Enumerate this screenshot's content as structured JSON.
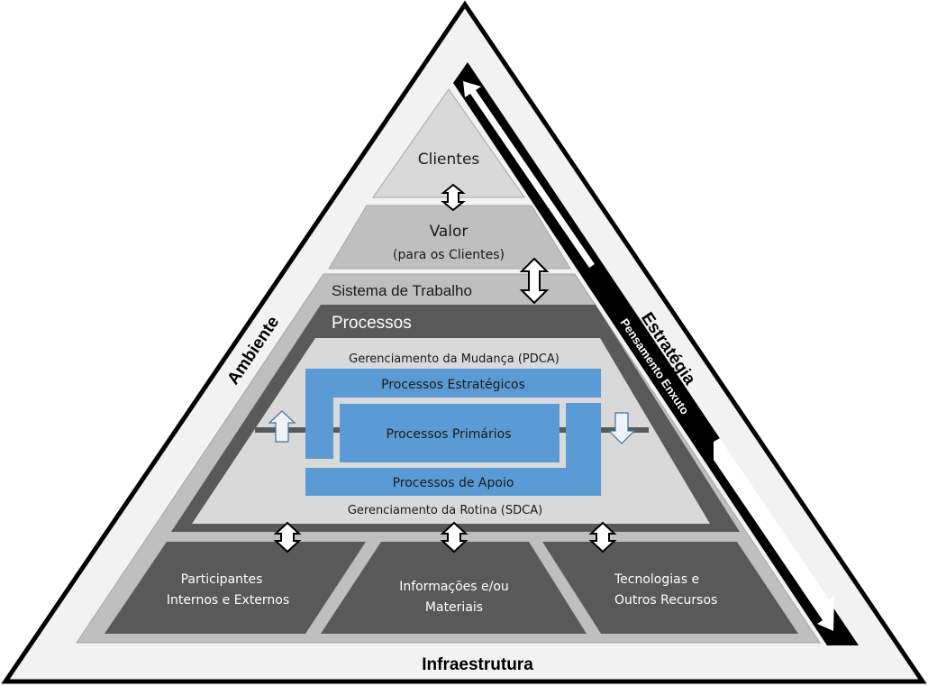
{
  "diagram": {
    "sides": {
      "left": "Ambiente",
      "right": "Estratégia",
      "right_band": "Pensamento Enxuto",
      "bottom": "Infraestrutura"
    },
    "layers": {
      "clientes": "Clientes",
      "valor_title": "Valor",
      "valor_subtitle": "(para os Clientes)",
      "sistema": "Sistema de Trabalho",
      "processos": "Processos",
      "mudanca": "Gerenciamento da Mudança (PDCA)",
      "rotina": "Gerenciamento da Rotina (SDCA)"
    },
    "process_blocks": {
      "estrategicos": "Processos Estratégicos",
      "primarios": "Processos Primários",
      "apoio": "Processos de Apoio"
    },
    "resources": [
      {
        "line1": "Participantes",
        "line2": "Internos e Externos"
      },
      {
        "line1": "Informações e/ou",
        "line2": "Materiais"
      },
      {
        "line1": "Tecnologias  e",
        "line2": "Outros Recursos"
      }
    ],
    "colors": {
      "outer_fill": "#f2f2f2",
      "clientes_fill": "#d9d9d9",
      "valor_fill": "#bfbfbf",
      "sistema_fill": "#bfbfbf",
      "processos_fill": "#595959",
      "inner_fill": "#d9d9d9",
      "process_blue": "#5b9bd5",
      "band_black": "#000000"
    }
  }
}
